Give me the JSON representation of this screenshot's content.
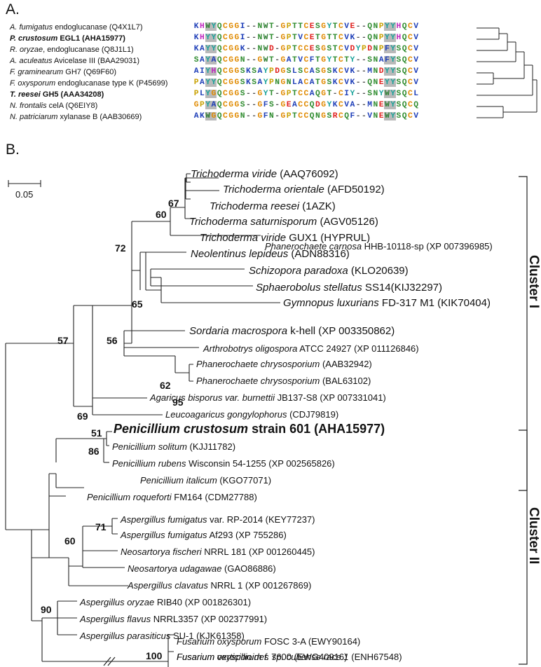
{
  "panel_a": {
    "label": "A.",
    "rows": [
      {
        "genus": "A. fumigatus",
        "rest": " endoglucanase (Q4X1L7)",
        "bold": false,
        "seq": "KHWYQCGGI--NWT-GPTTCESGYTCVE--QNPYYHQCV"
      },
      {
        "genus": "P. crustosum",
        "rest": " EGL1 (AHA15977)",
        "bold": true,
        "seq": "KHYYQCGGI--NWT-GPTVCETGTTCVK--QNPYYHQCV"
      },
      {
        "genus": "R. oryzae",
        "rest": ", endoglucanase (Q8J1L1)",
        "bold": false,
        "seq": "KAYYQCGGK--NWD-GPTCCESGSTCVDYPDNPFYSQCV"
      },
      {
        "genus": "A. aculeatus",
        "rest": " Avicelase III (BAA29031)",
        "bold": false,
        "seq": "SAYAQCGGN--GWT-GATVCFTGYTCTY--SNAFYSQCV"
      },
      {
        "genus": "F. graminearum",
        "rest": " GH7 (Q69F60)",
        "bold": false,
        "seq": "AIYHQCGGSKSAYPDGSLSCASGSKCVK--MNDYYSQCV"
      },
      {
        "genus": "F. oxysporum",
        "rest": " endoglucanase type K (P45699)",
        "bold": false,
        "seq": "PAYYQCGGSKSAYPNGNLACATGSKCVK--QNEYYSQCV"
      },
      {
        "genus": "T. reesei",
        "rest": " GH5 (AAA34208)",
        "bold": true,
        "seq": "PLYGQCGGS--GYT-GPTCCAQGT-CIY--SNYWYSQCL"
      },
      {
        "genus": "N. frontalis",
        "rest": " celA (Q6EIY8)",
        "bold": false,
        "seq": "GPYAQCGGS--GFS-GEACCQDGYKCVA--MNEWYSQCQ"
      },
      {
        "genus": "N. patriciarum",
        "rest": " xylanase B (AAB30669)",
        "bold": false,
        "seq": "AKWGQCGGN--GFN-GPTCCQNGSRCQF--VNEWYSQCV"
      }
    ]
  },
  "panel_b": {
    "label": "B.",
    "scale": "0.05",
    "cluster_1": "Cluster I",
    "cluster_2": "Cluster II",
    "leaves": [
      {
        "id": "l1",
        "genus": "Trichoderma viride",
        "rest": " (AAQ76092)",
        "size": "big"
      },
      {
        "id": "l2",
        "genus": "Trichoderma orientale",
        "rest": " (AFD50192)",
        "size": "big"
      },
      {
        "id": "l3",
        "genus": "Trichoderma reesei",
        "rest": " (1AZK)",
        "size": "big"
      },
      {
        "id": "l4",
        "genus": "Trichoderma saturnisporum",
        "rest": " (AGV05126)",
        "size": "big"
      },
      {
        "id": "l5",
        "genus": "Trichoderma viride",
        "rest": " GUX1 (HYPRUL)",
        "size": "big"
      },
      {
        "id": "l6",
        "genus": "Phanerochaete carnosa",
        "rest": " HHB-10118-sp (XP 007396985)",
        "size": "small"
      },
      {
        "id": "l7",
        "genus": "Neolentinus lepideus",
        "rest": " (ADN88316)",
        "size": "big"
      },
      {
        "id": "l8",
        "genus": "Schizopora paradoxa",
        "rest": " (KLO20639)",
        "size": "big"
      },
      {
        "id": "l9",
        "genus": "Sphaerobolus stellatus",
        "rest": " SS14(KIJ32297)",
        "size": "big"
      },
      {
        "id": "l10",
        "genus": "Gymnopus luxurians",
        "rest": " FD-317 M1 (KIK70404)",
        "size": "big"
      },
      {
        "id": "l11",
        "genus": "Sordaria macrospora",
        "rest": " k-hell (XP 003350862)",
        "size": "big"
      },
      {
        "id": "l12",
        "genus": "Arthrobotrys oligospora",
        "rest": " ATCC 24927 (XP 011126846)",
        "size": "small"
      },
      {
        "id": "l13",
        "genus": "Phanerochaete chrysosporium",
        "rest": " (AAB32942)",
        "size": "small"
      },
      {
        "id": "l14",
        "genus": "Phanerochaete chrysosporium",
        "rest": " (BAL63102)",
        "size": "small"
      },
      {
        "id": "l15",
        "genus": "Agaricus bisporus var. burnettii",
        "rest": " JB137-S8 (XP 007331041)",
        "size": "small"
      },
      {
        "id": "l16",
        "genus": "Leucoagaricus gongylophorus",
        "rest": " (CDJ79819)",
        "size": "small"
      },
      {
        "id": "l17",
        "genus": "Penicillium crustosum",
        "rest": " strain 601 (AHA15977)",
        "size": "huge"
      },
      {
        "id": "l18",
        "genus": "Penicillium solitum",
        "rest": " (KJJ11782)",
        "size": "small"
      },
      {
        "id": "l19",
        "genus": "Penicillium rubens",
        "rest": " Wisconsin 54-1255 (XP 002565826)",
        "size": "small"
      },
      {
        "id": "l20",
        "genus": "Penicillium italicum",
        "rest": " (KGO77071)",
        "size": "small"
      },
      {
        "id": "l21",
        "genus": "Penicillium roqueforti",
        "rest": " FM164 (CDM27788)",
        "size": "small"
      },
      {
        "id": "l22",
        "genus": "Aspergillus fumigatus",
        "rest": " var. RP-2014 (KEY77237)",
        "size": "small"
      },
      {
        "id": "l23",
        "genus": "Aspergillus fumigatus",
        "rest": " Af293 (XP 755286)",
        "size": "small"
      },
      {
        "id": "l24",
        "genus": "Neosartorya fischeri",
        "rest": " NRRL 181 (XP 001260445)",
        "size": "small"
      },
      {
        "id": "l25",
        "genus": "Neosartorya udagawae",
        "rest": " (GAO86886)",
        "size": "small"
      },
      {
        "id": "l26",
        "genus": "Aspergillus clavatus",
        "rest": " NRRL 1 (XP 001267869)",
        "size": "small"
      },
      {
        "id": "l27",
        "genus": "Aspergillus oryzae",
        "rest": " RIB40 (XP 001826301)",
        "size": "small"
      },
      {
        "id": "l28",
        "genus": "Aspergillus flavus",
        "rest": " NRRL3357 (XP 002377991)",
        "size": "small"
      },
      {
        "id": "l29",
        "genus": "Aspergillus parasiticus",
        "rest": " SU-1 (KJK61358)",
        "size": "small"
      },
      {
        "id": "l30",
        "genus": "Fusarium oxysporum",
        "rest": " FOSC 3-A (EWY90164)",
        "size": "small"
      },
      {
        "id": "l31",
        "genus": "Fusarium oxysporum f. sp. cubense race 1",
        "rest": " (ENH67548)",
        "size": "small"
      },
      {
        "id": "l32",
        "genus": "Fusarium verticillioides",
        "rest": " 7600 (EWG40916)",
        "size": "small"
      }
    ],
    "bootstrap": {
      "b67": "67",
      "b60a": "60",
      "b72": "72",
      "b65": "65",
      "b57": "57",
      "b56": "56",
      "b62": "62",
      "b95": "95",
      "b69": "69",
      "b51": "51",
      "b86": "86",
      "b71": "71",
      "b60b": "60",
      "b90": "90",
      "b100": "100"
    }
  },
  "colors": {
    "K": "#1f3fb8",
    "H": "#c028c0",
    "W": "#2e7d32",
    "Y": "#1aa39b",
    "Q": "#2e8b2e",
    "C": "#e08a00",
    "G": "#e08a00",
    "I": "#1f3fb8",
    "N": "#2e8b2e",
    "T": "#2e8b2e",
    "P": "#c8a000",
    "E": "#e0201e",
    "S": "#2e8b2e",
    "V": "#1f3fb8",
    "A": "#1f3fb8",
    "R": "#e0201e",
    "D": "#e0201e",
    "F": "#1f3fb8",
    "L": "#1f3fb8",
    "M": "#1f3fb8",
    "-": "#555555"
  }
}
